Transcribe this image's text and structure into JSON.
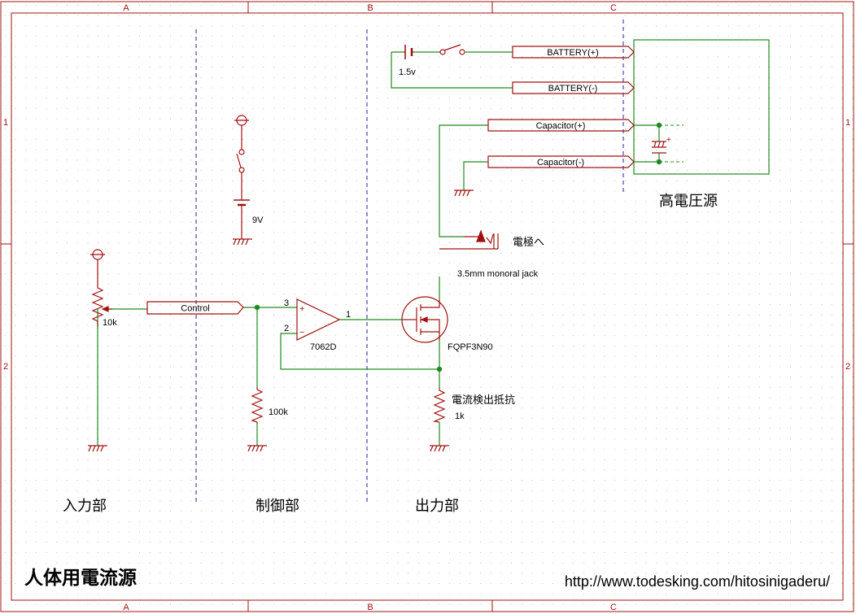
{
  "frame": {
    "columns": [
      "A",
      "B",
      "C"
    ],
    "rows": [
      "1",
      "2"
    ]
  },
  "sections": {
    "input": "入力部",
    "control": "制御部",
    "output": "出力部",
    "hv_source": "高電圧源"
  },
  "title": "人体用電流源",
  "url": "http://www.todesking.com/hitosinigaderu/",
  "components": {
    "battery_small": "1.5v",
    "battery_9v": "9V",
    "pot": "10k",
    "resistor_100k": "100k",
    "opamp": "7062D",
    "opamp_pin3": "3",
    "opamp_pin2": "2",
    "opamp_pin1": "1",
    "opamp_plus": "+",
    "opamp_minus": "−",
    "mosfet": "FQPF3N90",
    "sense_resistor_label": "電流検出抵抗",
    "sense_resistor_value": "1k",
    "jack_label": "電極へ",
    "jack_desc": "3.5mm monoral jack",
    "cap_plus": "+"
  },
  "nets": {
    "control": "Control",
    "battery_plus": "BATTERY(+)",
    "battery_minus": "BATTERY(-)",
    "capacitor_plus": "Capacitor(+)",
    "capacitor_minus": "Capacitor(-)"
  },
  "colors": {
    "symbol": "#a01010",
    "wire": "#1e8a1e",
    "junction": "#1e8a1e",
    "divider": "#2020a0",
    "frame": "#a01010",
    "text": "#000000"
  }
}
